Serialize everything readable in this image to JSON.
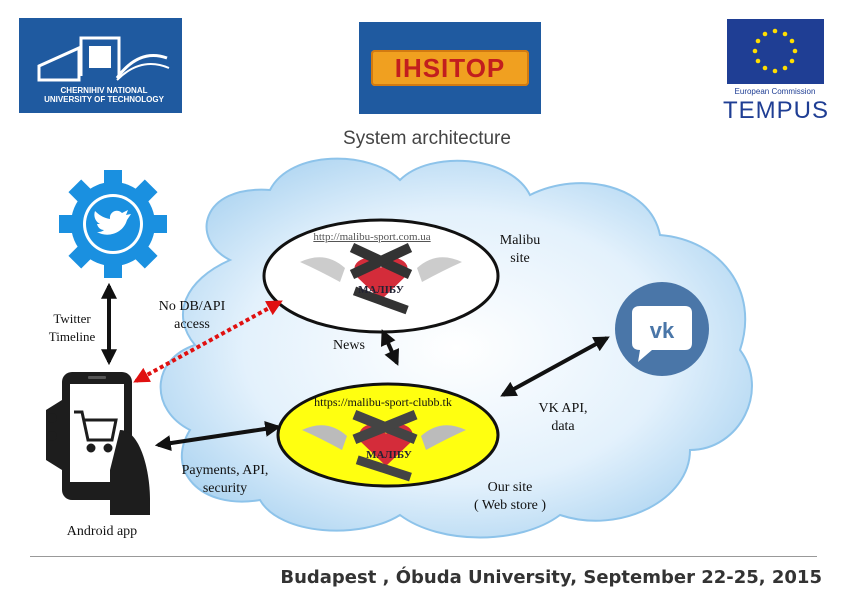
{
  "header": {
    "logo_left_text": "CHERNIHIV NATIONAL UNIVERSITY OF TECHNOLOGY",
    "logo_mid_text": "IHSITOP",
    "logo_right_text": "European Commission",
    "logo_right_brand": "TEMPUS"
  },
  "title": "System architecture",
  "nodes": {
    "twitter_label": "Twitter\nTimeline",
    "android_label": "Android app",
    "malibu_site_label": "Malibu\nsite",
    "malibu_site_url": "http://malibu-sport.com.ua",
    "web_store_url": "https://malibu-sport-clubb.tk",
    "web_store_label": "Our site\n( Web store )",
    "logo_word": "МАЛІБУ"
  },
  "edges": {
    "no_db_api": "No DB/API\naccess",
    "news": "News",
    "vk_api": "VK API,\ndata",
    "payments": "Payments, API,\nsecurity"
  },
  "colors": {
    "cloud": "#cfe6f8",
    "site_oval": "#ffffff",
    "store_oval": "#ffff10",
    "dashed_arrow": "#e01010",
    "twitter_blue": "#1a90e0",
    "vk_blue": "#4a76a8"
  },
  "footer": "Budapest , Óbuda University, September 22-25, 2015"
}
